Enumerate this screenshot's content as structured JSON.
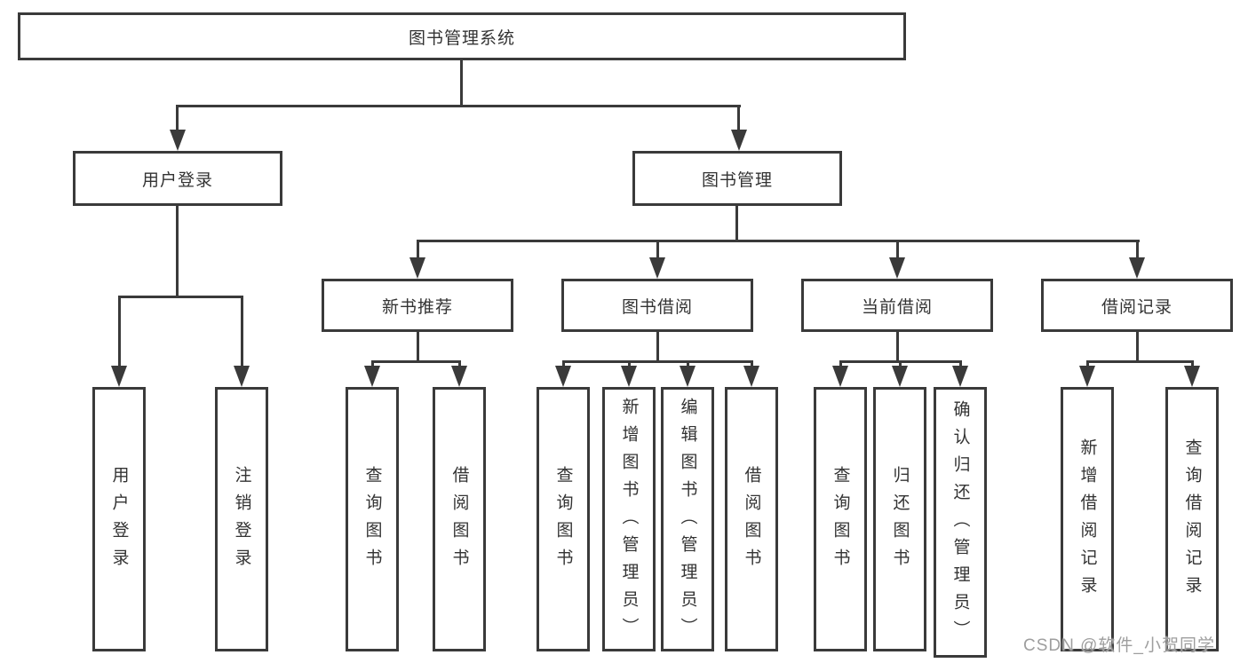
{
  "tree": {
    "root": {
      "label": "图书管理系统"
    },
    "branches": [
      {
        "label": "用户登录",
        "leaves": [
          {
            "label": "用户登录"
          },
          {
            "label": "注销登录"
          }
        ]
      },
      {
        "label": "图书管理",
        "children": [
          {
            "label": "新书推荐",
            "leaves": [
              {
                "label": "查询图书"
              },
              {
                "label": "借阅图书"
              }
            ]
          },
          {
            "label": "图书借阅",
            "leaves": [
              {
                "label": "查询图书"
              },
              {
                "label": "新增图书（管理员）"
              },
              {
                "label": "编辑图书（管理员）"
              },
              {
                "label": "借阅图书"
              }
            ]
          },
          {
            "label": "当前借阅",
            "leaves": [
              {
                "label": "查询图书"
              },
              {
                "label": "归还图书"
              },
              {
                "label": "确认归还（管理员）"
              }
            ]
          },
          {
            "label": "借阅记录",
            "leaves": [
              {
                "label": "新增借阅记录"
              },
              {
                "label": "查询借阅记录"
              }
            ]
          }
        ]
      }
    ]
  },
  "watermark": {
    "text": "CSDN @软件_小贺同学"
  },
  "colors": {
    "line": "#3a3a3a",
    "box_bg": "#ffffff",
    "text": "#333333",
    "watermark": "#9e9e9e"
  }
}
